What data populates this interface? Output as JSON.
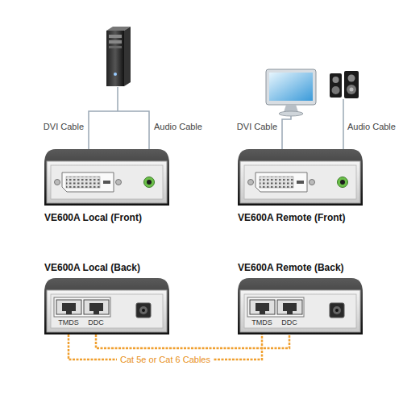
{
  "diagram": {
    "nodes": [
      {
        "text": [
          "VE600A Local (Front)"
        ]
      },
      {
        "text": [
          "VE600A Remote (Front)"
        ]
      },
      {
        "text": [
          "VE600A Local (Back)",
          "TMDS",
          "DDC"
        ]
      },
      {
        "text": [
          "VE600A Remote (Back)",
          "TMDS",
          "DDC"
        ]
      }
    ],
    "edges": [
      {
        "from": 2,
        "to": 3,
        "arrow": "none",
        "label": "Cat 5e or Cat 6 Cables"
      },
      {
        "from": 2,
        "to": 3,
        "arrow": "none"
      }
    ],
    "labels": [
      "DVI Cable",
      "Audio Cable",
      "DVI Cable",
      "Audio Cable"
    ]
  }
}
